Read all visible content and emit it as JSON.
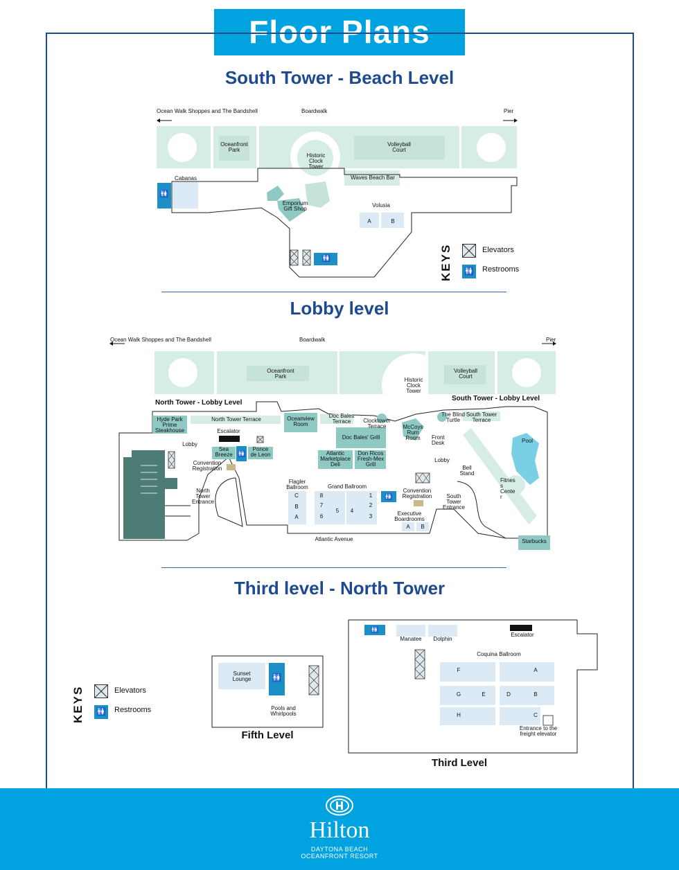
{
  "header": {
    "title": "Floor Plans"
  },
  "sections": {
    "beach": "South Tower - Beach Level",
    "lobby": "Lobby level",
    "third": "Third level - North Tower"
  },
  "beach": {
    "ocean_walk": "Ocean Walk Shoppes and The Bandshell",
    "boardwalk": "Boardwalk",
    "pier": "Pier",
    "oceanfront_park": "Oceanfront\nPark",
    "volleyball_court": "Volleyball\nCourt",
    "clock_tower": "Historic\nClock\nTower",
    "waves_bar": "Waves Beach Bar",
    "cabanas": "Cabanas",
    "emporium": "Emporium\nGift Shop",
    "volusia": "Volusia",
    "room_a": "A",
    "room_b": "B"
  },
  "keys": {
    "title": "KEYS",
    "elevators": "Elevators",
    "restrooms": "Restrooms"
  },
  "lobby": {
    "ocean_walk": "Ocean Walk Shoppes and The Bandshell",
    "boardwalk": "Boardwalk",
    "pier": "Pier",
    "oceanfront_park": "Oceanfront\nPark",
    "clock_tower": "Historic\nClock\nTower",
    "volleyball_court": "Volleyball\nCourt",
    "north_tower_lobby": "North Tower - Lobby Level",
    "south_tower_lobby": "South Tower - Lobby Level",
    "hyde_park": "Hyde Park\nPrime\nSteakhouse",
    "north_terrace": "North Tower Terrace",
    "oceanview_room": "Oceanview\nRoom",
    "doc_bales_terrace": "Doc Bales\nTerrace",
    "clocktower_terrace": "Clocktower\nTerrace",
    "mccoys": "McCoys\nRum\nRoom",
    "blind_turtle": "The Blind\nTurtle",
    "south_terrace": "South Tower\nTerrace",
    "escalator": "Escalator",
    "lobby_left": "Lobby",
    "sea_breeze": "Sea\nBreeze",
    "ponce": "Ponce\nde Leon",
    "doc_bales_grill": "Doc Bales' Grill",
    "atlantic_deli": "Atlantic\nMarketplace\nDeli",
    "don_ricos": "Don Ricos\nFresh-Mex\nGrill",
    "front_desk": "Front\nDesk",
    "lobby_right": "Lobby",
    "pool": "Pool",
    "convention_left": "Convention\nRegistration",
    "bell_stand": "Bell\nStand",
    "fitness": "Fitnes\ns\nCente\nr",
    "north_entrance": "North\nTower\nEntrance",
    "flagler": "Flagler\nBallroom",
    "grand_ballroom": "Grand Ballroom",
    "convention_right": "Convention\nRegistration",
    "south_entrance": "South\nTower\nEntrance",
    "exec_boardrooms": "Executive\nBoardrooms",
    "atlantic_avenue": "Atlantic Avenue",
    "starbucks": "Starbucks",
    "flagler_rooms": [
      "C",
      "B",
      "A"
    ],
    "grand_rooms": [
      "8",
      "7",
      "6",
      "5",
      "4",
      "1",
      "2",
      "3"
    ],
    "exec_rooms": [
      "A",
      "B"
    ]
  },
  "fifth": {
    "caption": "Fifth Level",
    "sunset": "Sunset\nLounge",
    "pools": "Pools and\nWhirlpools"
  },
  "third": {
    "caption": "Third Level",
    "manatee": "Manatee",
    "dolphin": "Dolphin",
    "escalator": "Escalator",
    "coquina": "Coquina Ballroom",
    "rooms": [
      "F",
      "A",
      "G",
      "E",
      "D",
      "B",
      "H",
      "C"
    ],
    "freight": "Entrance to the\nfreight elevator"
  },
  "footer": {
    "brand": "Hilton",
    "line1": "DAYTONA BEACH",
    "line2": "OCEANFRONT RESORT"
  },
  "colors": {
    "brand_blue": "#00a3e0",
    "heading_navy": "#1e4a8f",
    "pale_green": "#d6ede6",
    "teal": "#8ec9c4",
    "pale_blue": "#dbeaf5",
    "restroom_blue": "#1b8fc6",
    "garage": "#4d7c74"
  }
}
